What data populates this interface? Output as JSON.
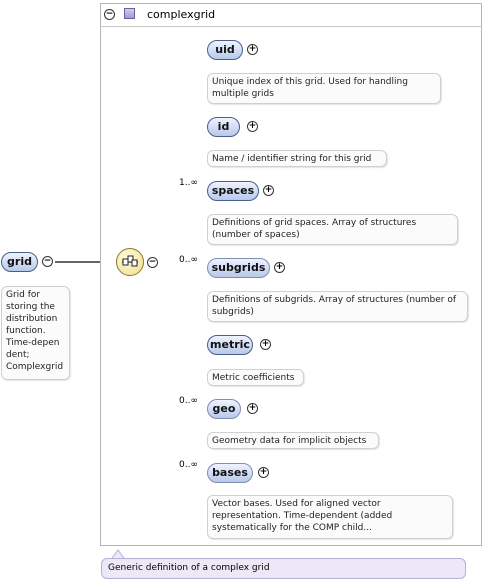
{
  "complex_type": {
    "name": "complexgrid",
    "icon": "complex-type-icon",
    "toggle": "−"
  },
  "root": {
    "name": "grid",
    "toggle": "−",
    "doc": "Grid for storing the distribution function. Time-depen dent; Complexgrid"
  },
  "sequence": {
    "icon": "sequence-compositor-icon",
    "toggle": "−"
  },
  "children": [
    {
      "name": "uid",
      "cardinality": "",
      "optional": false,
      "toggle": "+",
      "doc": "Unique index of this grid. Used for handling multiple grids"
    },
    {
      "name": "id",
      "cardinality": "",
      "optional": false,
      "toggle": "+",
      "doc": "Name / identifier string for this grid"
    },
    {
      "name": "spaces",
      "cardinality": "1..∞",
      "optional": false,
      "toggle": "+",
      "doc": "Definitions of grid spaces. Array of structures (number of spaces)"
    },
    {
      "name": "subgrids",
      "cardinality": "0..∞",
      "optional": true,
      "toggle": "+",
      "doc": "Definitions of subgrids. Array of structures (number of subgrids)"
    },
    {
      "name": "metric",
      "cardinality": "",
      "optional": false,
      "toggle": "+",
      "doc": "Metric coefficients"
    },
    {
      "name": "geo",
      "cardinality": "0..∞",
      "optional": true,
      "toggle": "+",
      "doc": "Geometry data for implicit objects"
    },
    {
      "name": "bases",
      "cardinality": "0..∞",
      "optional": true,
      "toggle": "+",
      "doc": "Vector bases. Used for aligned vector representation. Time-dependent (added systematically for the COMP child..."
    }
  ],
  "footer_doc": "Generic definition of a complex grid",
  "colors": {
    "node_fill": "#b8c8ea",
    "node_border": "#4a5f88",
    "footer_fill": "#ece8f7",
    "compositor_fill": "#f0de8c"
  }
}
